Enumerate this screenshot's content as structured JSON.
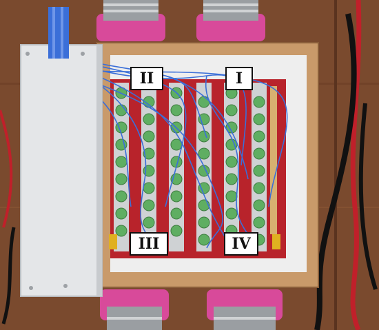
{
  "photo": {
    "subject": "battery-pack",
    "colors": {
      "wood": "#7a4a2e",
      "frame": "#c99a6a",
      "white_panel": "#e4e6e8",
      "board": "#b8232b",
      "cell_green": "#5fae62",
      "strap": "#cfd2d4",
      "wire_blue": "#3b6fd8",
      "fan_magenta": "#d84a9a",
      "cable_red": "#c0202a",
      "cable_black": "#111111"
    }
  },
  "labels": {
    "top_left": "II",
    "top_right": "I",
    "bottom_left": "III",
    "bottom_right": "IV"
  }
}
